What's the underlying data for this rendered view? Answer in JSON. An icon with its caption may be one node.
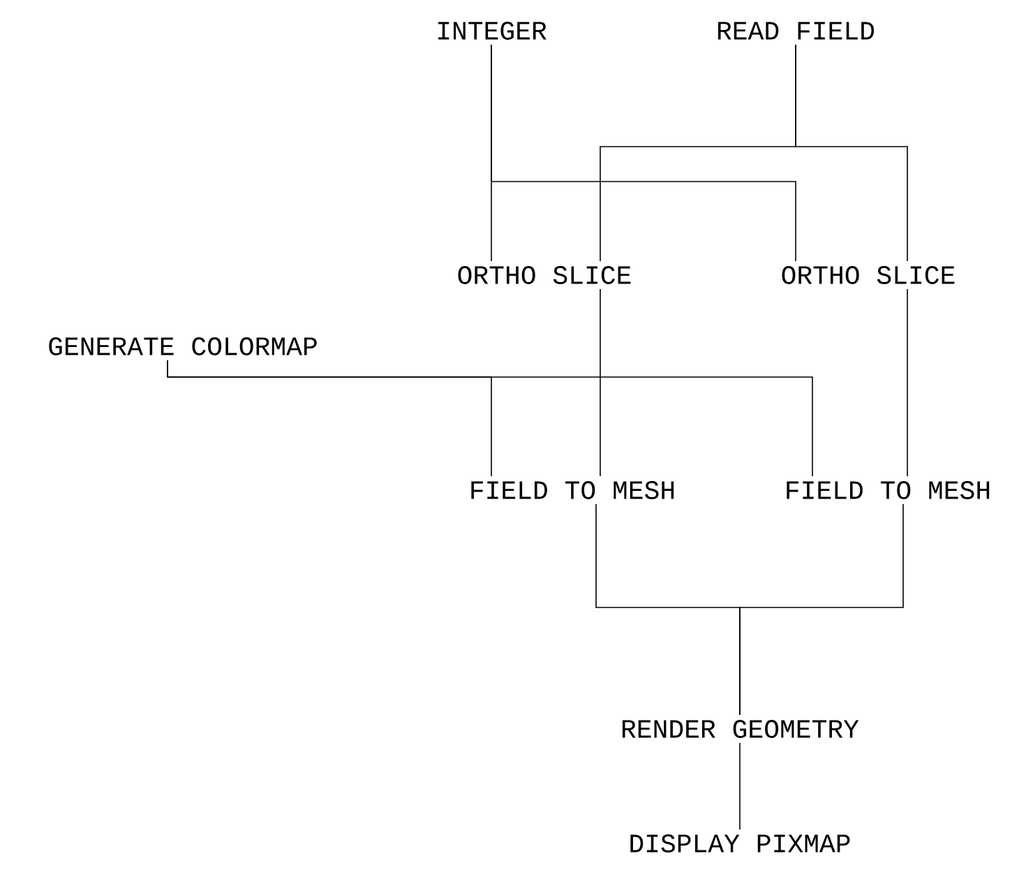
{
  "diagram": {
    "nodes": [
      {
        "text": [
          "INTEGER"
        ]
      },
      {
        "text": [
          "READ FIELD"
        ]
      },
      {
        "text": [
          "ORTHO SLICE"
        ]
      },
      {
        "text": [
          "ORTHO SLICE"
        ]
      },
      {
        "text": [
          "GENERATE COLORMAP"
        ]
      },
      {
        "text": [
          "FIELD TO MESH"
        ]
      },
      {
        "text": [
          "FIELD TO MESH"
        ]
      },
      {
        "text": [
          "RENDER GEOMETRY"
        ]
      },
      {
        "text": [
          "DISPLAY PIXMAP"
        ]
      }
    ],
    "edges": [
      {
        "from": 0,
        "to": 2,
        "arrow": "none"
      },
      {
        "from": 0,
        "to": 3,
        "arrow": "none"
      },
      {
        "from": 1,
        "to": 2,
        "arrow": "none"
      },
      {
        "from": 1,
        "to": 3,
        "arrow": "none"
      },
      {
        "from": 4,
        "to": 5,
        "arrow": "none"
      },
      {
        "from": 4,
        "to": 6,
        "arrow": "none"
      },
      {
        "from": 2,
        "to": 5,
        "arrow": "none"
      },
      {
        "from": 3,
        "to": 6,
        "arrow": "none"
      },
      {
        "from": 5,
        "to": 7,
        "arrow": "none"
      },
      {
        "from": 6,
        "to": 7,
        "arrow": "none"
      },
      {
        "from": 7,
        "to": 8,
        "arrow": "none"
      }
    ]
  }
}
